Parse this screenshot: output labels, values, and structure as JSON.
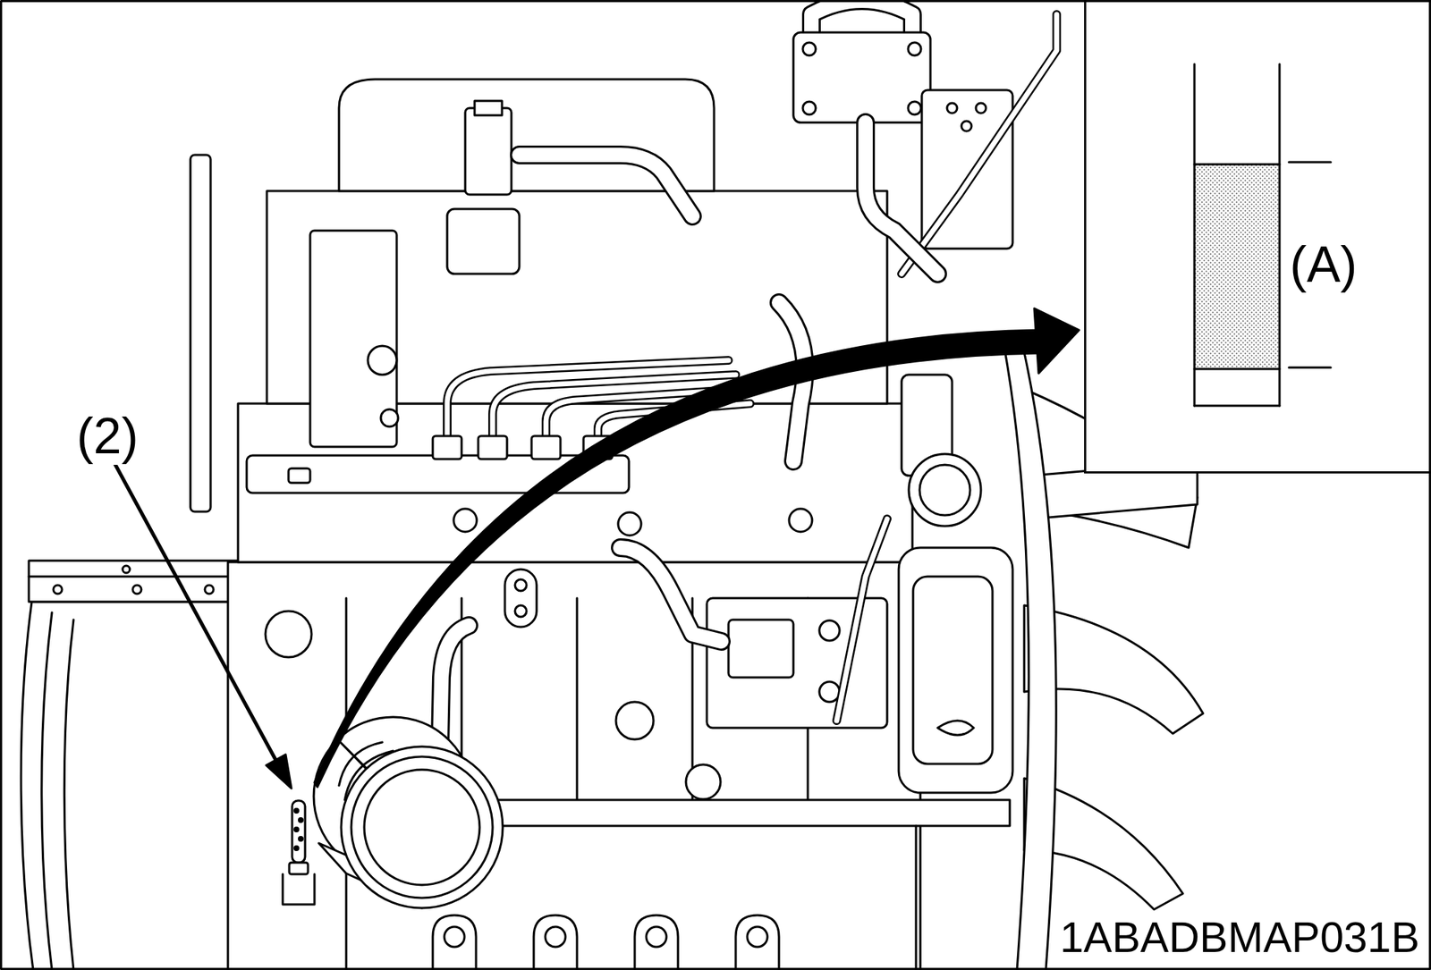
{
  "diagram": {
    "nodes": [
      {
        "text": [
          "(A)"
        ]
      }
    ],
    "labels": [
      "(2)",
      "1ABADBMAP031B"
    ]
  }
}
